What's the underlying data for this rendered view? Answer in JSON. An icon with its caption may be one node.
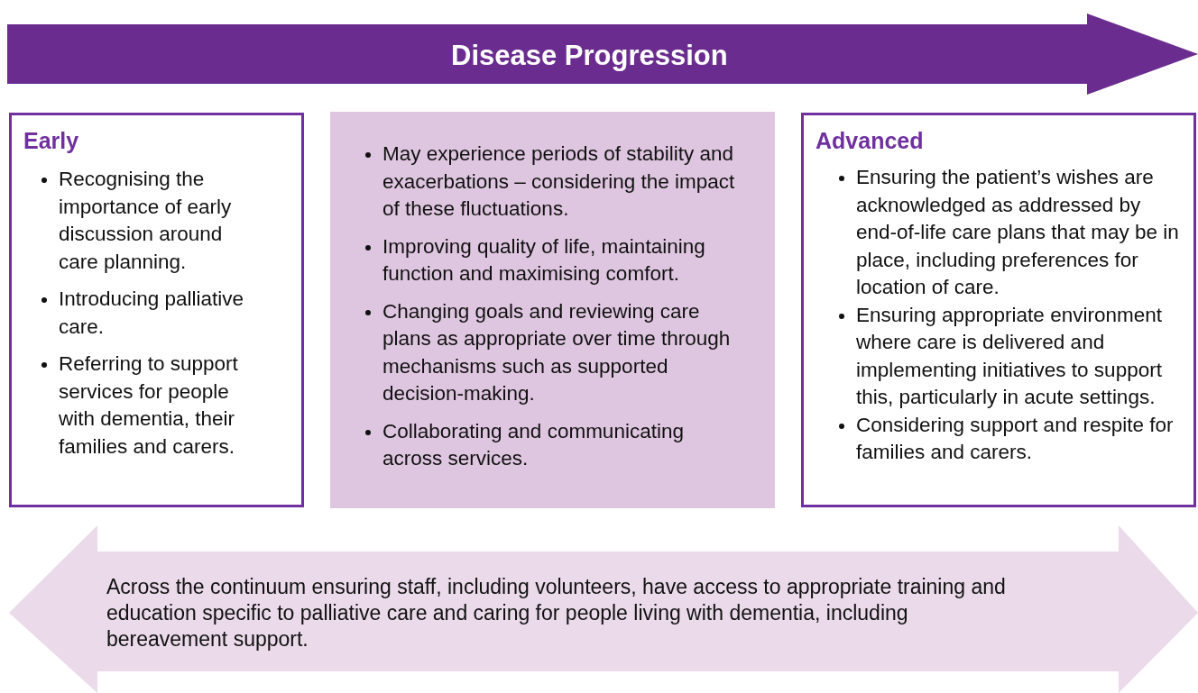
{
  "diagram": {
    "nodes": [
      {
        "text": [
          "Disease Progression"
        ]
      },
      {
        "text": [
          "Early",
          "Recognising the importance of early discussion around care planning.",
          "Introducing palliative care.",
          "Referring to support services for people with dementia, their families and carers."
        ]
      },
      {
        "text": [
          "May experience periods of stability and exacerbations – considering the impact of these fluctuations.",
          "Improving quality of life, maintaining function and maximising comfort.",
          "Changing goals and reviewing care plans as appropriate over time through mechanisms such as supported decision-making.",
          "Collaborating and communicating across services."
        ]
      },
      {
        "text": [
          "Advanced",
          "Ensuring the patient’s wishes are acknowledged as addressed by end-of-life care plans that may be in place, including preferences for location of care.",
          "Ensuring appropriate environment where care is delivered and implementing initiatives to support this, particularly in acute settings.",
          "Considering support and respite for families and carers."
        ]
      },
      {
        "text": [
          "Across the continuum ensuring staff, including volunteers, have access to appropriate training and education specific to palliative care and caring for people living with dementia, including bereavement support."
        ]
      }
    ],
    "edges": []
  }
}
